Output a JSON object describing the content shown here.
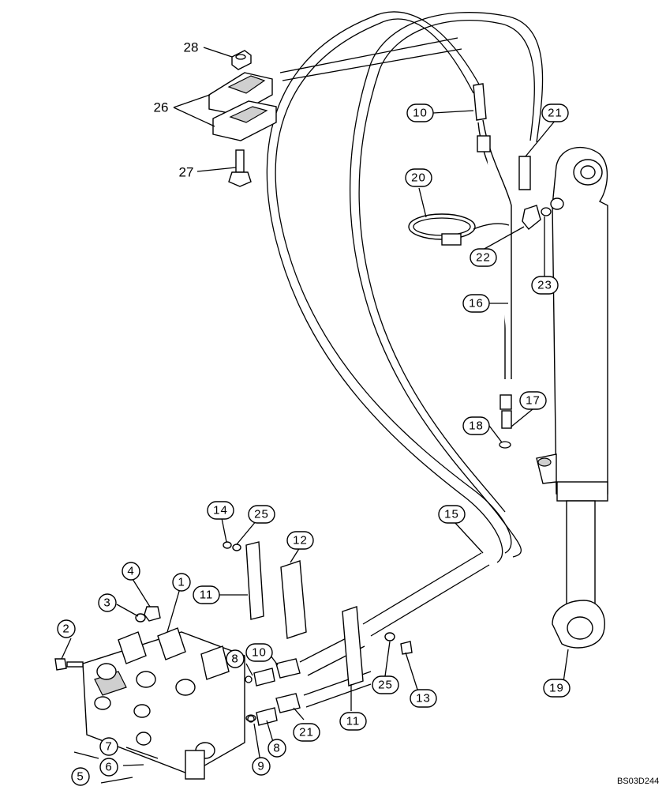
{
  "drawing_id": "BS03D244",
  "callouts": [
    {
      "key": "c28",
      "label": "28"
    },
    {
      "key": "c26",
      "label": "26"
    },
    {
      "key": "c27",
      "label": "27"
    },
    {
      "key": "c10a",
      "label": "10"
    },
    {
      "key": "c21a",
      "label": "21"
    },
    {
      "key": "c20",
      "label": "20"
    },
    {
      "key": "c22",
      "label": "22"
    },
    {
      "key": "c23",
      "label": "23"
    },
    {
      "key": "c16",
      "label": "16"
    },
    {
      "key": "c17",
      "label": "17"
    },
    {
      "key": "c18",
      "label": "18"
    },
    {
      "key": "c14",
      "label": "14"
    },
    {
      "key": "c25a",
      "label": "25"
    },
    {
      "key": "c15",
      "label": "15"
    },
    {
      "key": "c12",
      "label": "12"
    },
    {
      "key": "c11a",
      "label": "11"
    },
    {
      "key": "c4",
      "label": "4"
    },
    {
      "key": "c1",
      "label": "1"
    },
    {
      "key": "c3",
      "label": "3"
    },
    {
      "key": "c2",
      "label": "2"
    },
    {
      "key": "c8a",
      "label": "8"
    },
    {
      "key": "c10b",
      "label": "10"
    },
    {
      "key": "c25b",
      "label": "25"
    },
    {
      "key": "c13",
      "label": "13"
    },
    {
      "key": "c19",
      "label": "19"
    },
    {
      "key": "c11b",
      "label": "11"
    },
    {
      "key": "c21b",
      "label": "21"
    },
    {
      "key": "c8b",
      "label": "8"
    },
    {
      "key": "c7",
      "label": "7"
    },
    {
      "key": "c6",
      "label": "6"
    },
    {
      "key": "c9",
      "label": "9"
    },
    {
      "key": "c5",
      "label": "5"
    }
  ]
}
